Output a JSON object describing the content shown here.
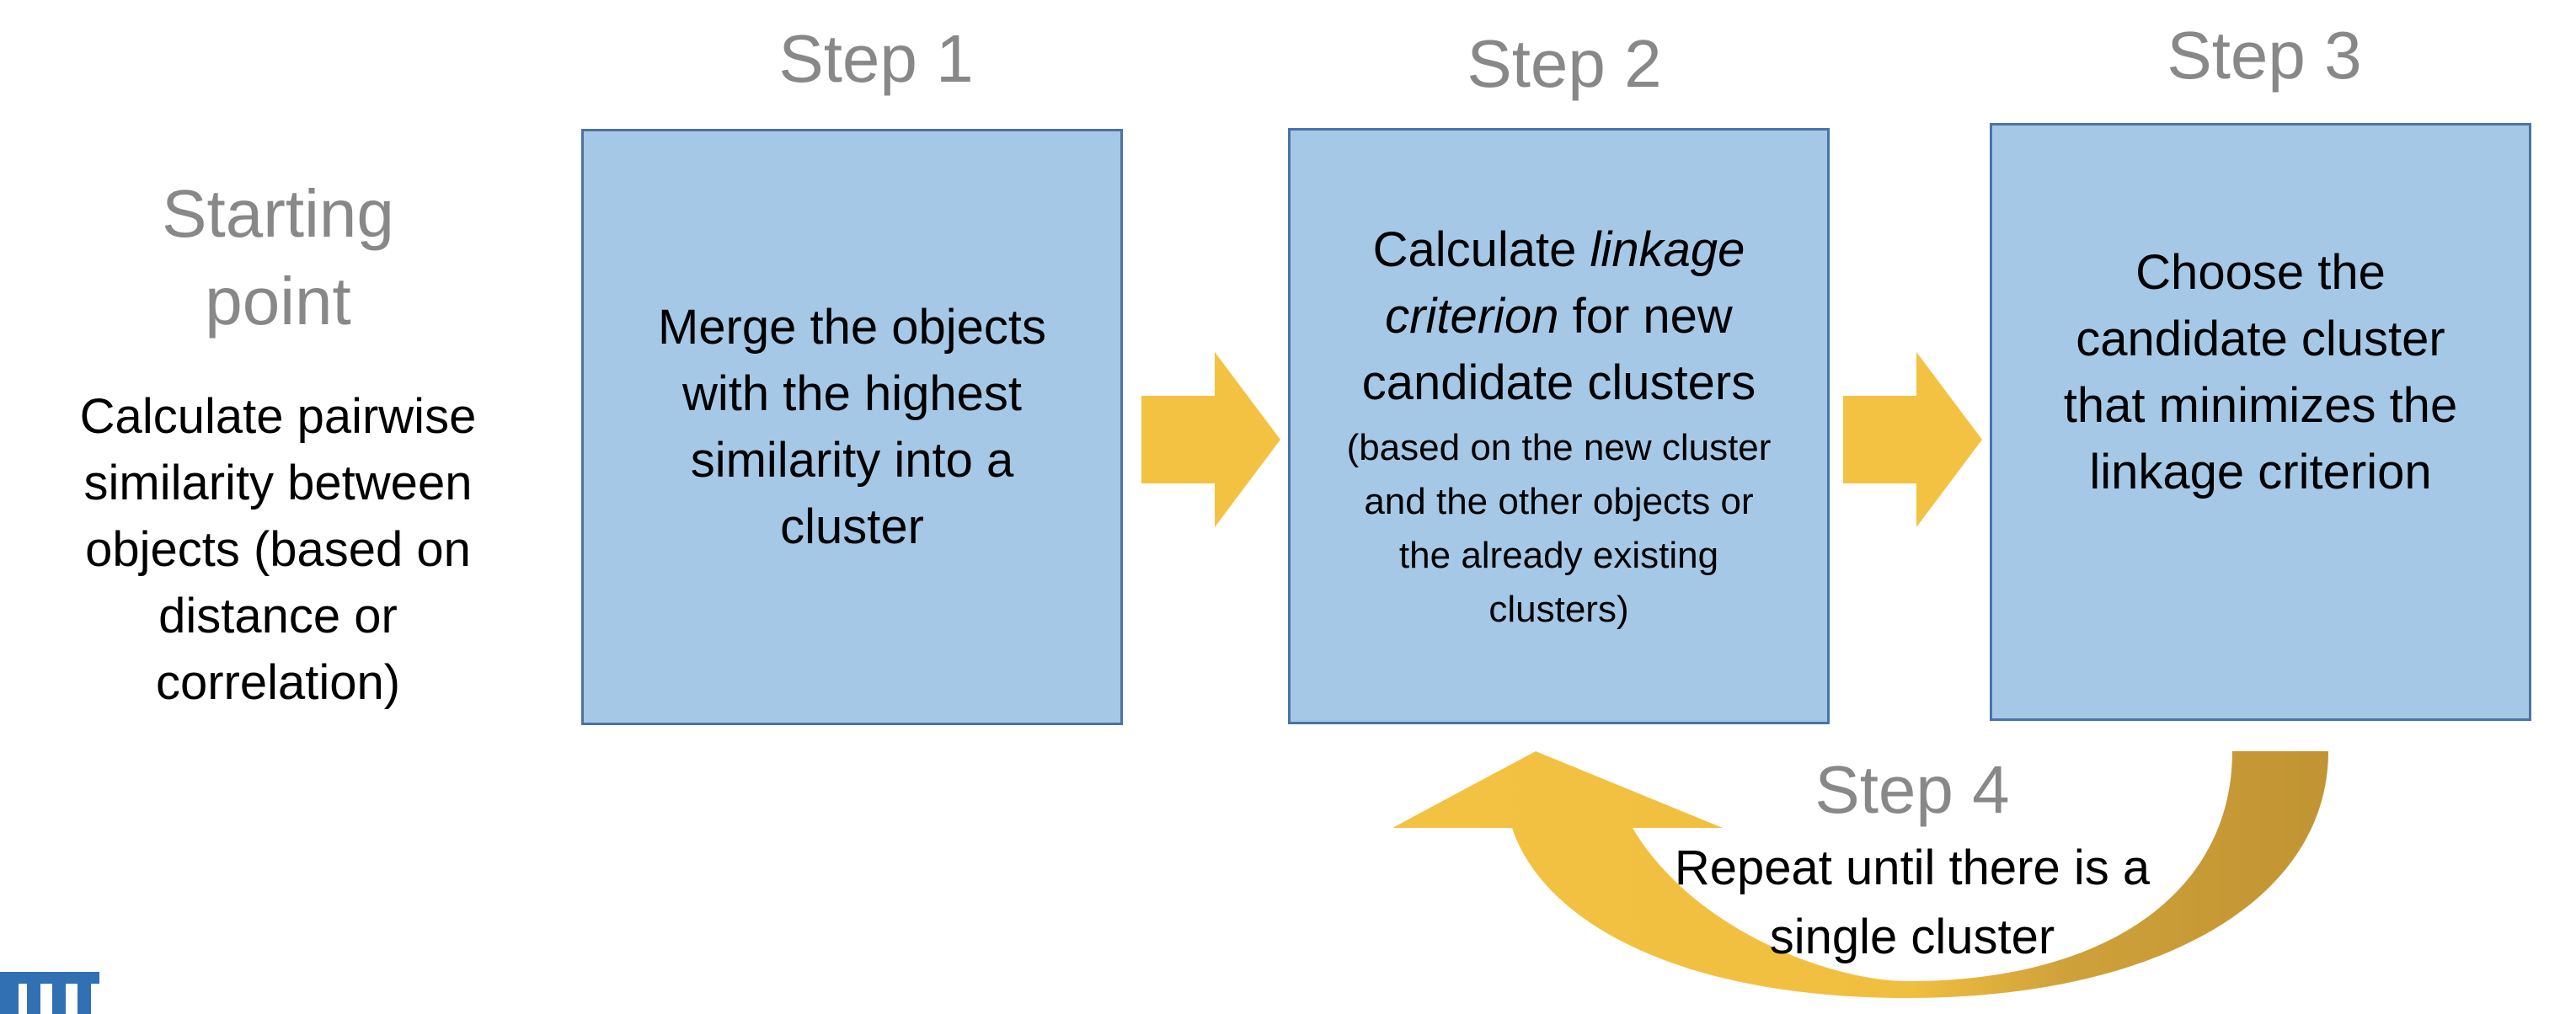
{
  "start": {
    "heading_line1": "Starting",
    "heading_line2": "point",
    "lines": [
      "Calculate pairwise",
      "similarity between",
      "objects (based on",
      "distance or",
      "correlation)"
    ]
  },
  "step1": {
    "heading": "Step 1",
    "lines": [
      "Merge the objects",
      "with the highest",
      "similarity into a",
      "cluster"
    ]
  },
  "step2": {
    "heading": "Step 2",
    "line1_prefix": "Calculate ",
    "line1_italic": "linkage",
    "line2_italic": "criterion",
    "line2_suffix": " for new",
    "line3": "candidate clusters",
    "note_lines": [
      "(based on the new cluster",
      "and the other objects or",
      "the already existing",
      "clusters)"
    ]
  },
  "step3": {
    "heading": "Step 3",
    "lines": [
      "Choose the",
      "candidate cluster",
      "that minimizes the",
      "linkage criterion"
    ]
  },
  "step4": {
    "heading": "Step 4",
    "lines": [
      "Repeat until there is a",
      "single cluster"
    ]
  },
  "logo": {
    "text": "TUM"
  },
  "colors": {
    "box_fill": "#a5c8e6",
    "box_border": "#4b73a6",
    "arrow": "#f4c242",
    "arrow_dark": "#c89a35",
    "heading": "#888888",
    "logo": "#3070b3"
  }
}
